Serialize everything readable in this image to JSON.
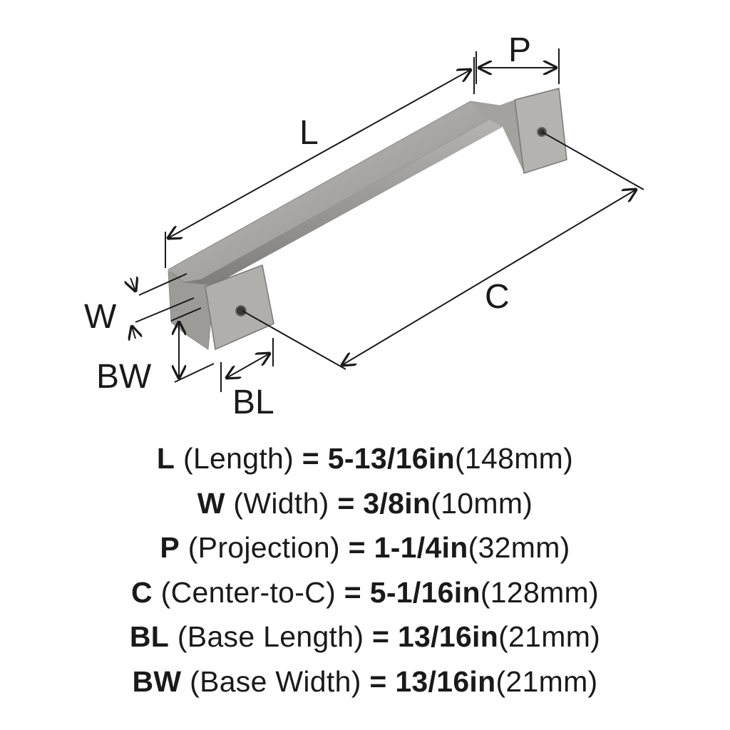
{
  "diagram": {
    "labels": {
      "L": "L",
      "P": "P",
      "C": "C",
      "W": "W",
      "BW": "BW",
      "BL": "BL"
    },
    "handle_color": "#a9a7a5"
  },
  "specs": [
    {
      "key": "L",
      "desc": "(Length)",
      "eq": "=",
      "imperial": "5-13/16in",
      "metric": "(148mm)"
    },
    {
      "key": "W",
      "desc": "(Width)",
      "eq": "=",
      "imperial": "3/8in",
      "metric": "(10mm)"
    },
    {
      "key": "P",
      "desc": "(Projection)",
      "eq": "=",
      "imperial": "1-1/4in",
      "metric": "(32mm)"
    },
    {
      "key": "C",
      "desc": "(Center-to-C)",
      "eq": "=",
      "imperial": "5-1/16in",
      "metric": "(128mm)"
    },
    {
      "key": "BL",
      "desc": "(Base Length)",
      "eq": "=",
      "imperial": "13/16in",
      "metric": "(21mm)"
    },
    {
      "key": "BW",
      "desc": "(Base Width)",
      "eq": "=",
      "imperial": "13/16in",
      "metric": "(21mm)"
    }
  ]
}
